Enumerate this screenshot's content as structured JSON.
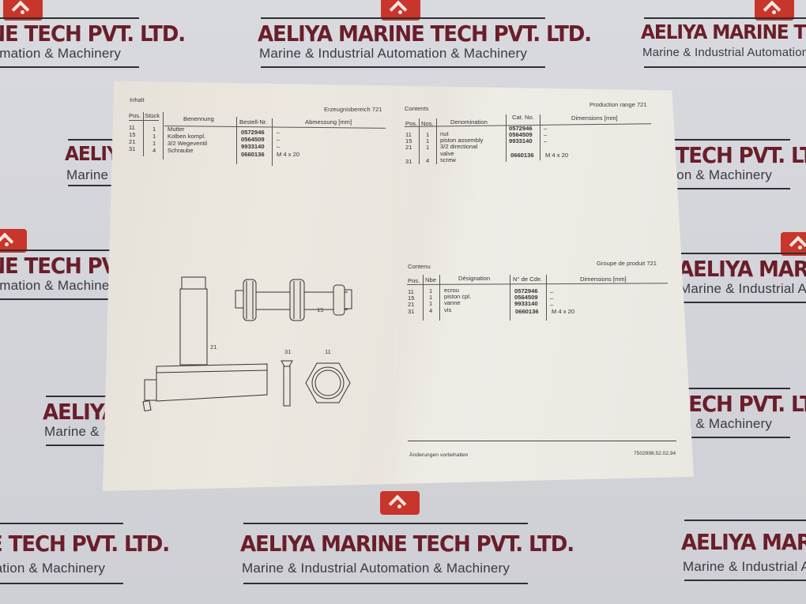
{
  "watermark": {
    "company_name": "AELIYA MARINE TECH PVT. LTD.",
    "tagline": "Marine & Industrial Automation & Machinery",
    "logo_icon": "house-roof-icon",
    "colors": {
      "logo_bg": "#c8352a",
      "name_text": "#6a1e2a",
      "tagline_text": "#3a3b40"
    }
  },
  "document": {
    "german": {
      "section_title": "Inhalt",
      "product_range": "Erzeugnisbereich 721",
      "columns": [
        "Pos.",
        "Stück",
        "Benennung",
        "Bestell-Nr.",
        "Abmessung [mm]"
      ],
      "rows": [
        {
          "pos": "11",
          "qty": "1",
          "name": "Mutter",
          "order_no": "0572946",
          "dim": "–"
        },
        {
          "pos": "15",
          "qty": "1",
          "name": "Kolben kompl.",
          "order_no": "0564509",
          "dim": "–"
        },
        {
          "pos": "21",
          "qty": "1",
          "name": "3/2 Wegeventil",
          "order_no": "9933140",
          "dim": "–"
        },
        {
          "pos": "31",
          "qty": "4",
          "name": "Schraube",
          "order_no": "0660136",
          "dim": "M 4 x 20"
        }
      ]
    },
    "english": {
      "section_title": "Contents",
      "product_range": "Production range 721",
      "columns": [
        "Pos.",
        "Nos.",
        "Denomination",
        "Cat. No.",
        "Dimensions [mm]"
      ],
      "rows": [
        {
          "pos": "11",
          "qty": "1",
          "name": "nut",
          "order_no": "0572946",
          "dim": "–"
        },
        {
          "pos": "15",
          "qty": "1",
          "name": "piston assembly",
          "order_no": "0564509",
          "dim": "–"
        },
        {
          "pos": "21",
          "qty": "1",
          "name": "3/2 directional",
          "name2": "valve",
          "order_no": "9933140",
          "dim": "–"
        },
        {
          "pos": "31",
          "qty": "4",
          "name": "screw",
          "order_no": "0660136",
          "dim": "M 4 x 20"
        }
      ]
    },
    "french": {
      "section_title": "Contenu",
      "product_range": "Groupe de produit 721",
      "columns": [
        "Pos.",
        "Nbe",
        "Désignation",
        "N° de Cde.",
        "Dimensions [mm]"
      ],
      "rows": [
        {
          "pos": "11",
          "qty": "1",
          "name": "ecrou",
          "order_no": "0572946",
          "dim": "–"
        },
        {
          "pos": "15",
          "qty": "1",
          "name": "piston cpl.",
          "order_no": "0564509",
          "dim": "–"
        },
        {
          "pos": "21",
          "qty": "1",
          "name": "vanne",
          "order_no": "9933140",
          "dim": "–"
        },
        {
          "pos": "31",
          "qty": "4",
          "name": "vis",
          "order_no": "0660136",
          "dim": "M 4 x 20"
        }
      ]
    },
    "drawing_labels": {
      "valve": "21",
      "piston": "15",
      "screw": "31",
      "nut": "11"
    },
    "footer": {
      "note": "Änderungen vorbehalten",
      "doc_number": "7502998.52.02.94"
    }
  }
}
